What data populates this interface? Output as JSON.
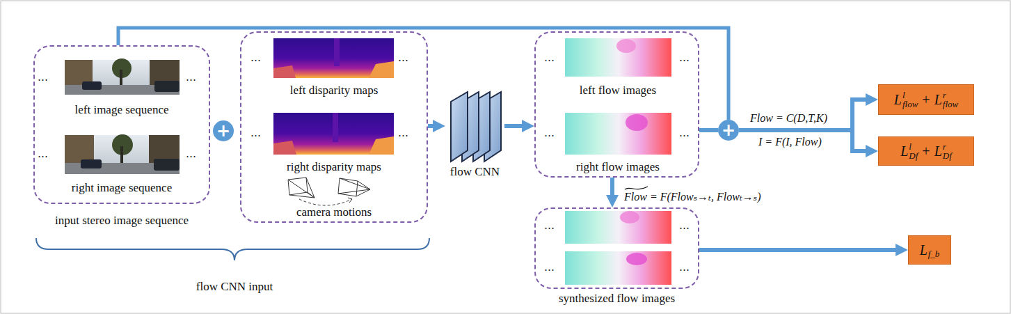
{
  "diagram": {
    "nodes": [
      {
        "text": [
          "input stereo image sequence"
        ]
      },
      {
        "text": [
          "left image sequence"
        ],
        "in": 0
      },
      {
        "text": [
          "right image sequence"
        ],
        "in": 0
      },
      {
        "text": [
          "+"
        ]
      },
      {
        "text": []
      },
      {
        "text": [
          "left disparity maps"
        ],
        "in": 4
      },
      {
        "text": [
          "right disparity maps"
        ],
        "in": 4
      },
      {
        "text": [
          "camera motions"
        ],
        "in": 4
      },
      {
        "text": [
          "flow CNN"
        ]
      },
      {
        "text": []
      },
      {
        "text": [
          "left flow images"
        ],
        "in": 9
      },
      {
        "text": [
          "right flow images"
        ],
        "in": 9
      },
      {
        "text": [
          "+"
        ]
      },
      {
        "text": [
          "synthesized flow images"
        ]
      },
      {
        "text": [
          "L",
          "l",
          "flow",
          "+",
          "L",
          "r",
          "flow"
        ]
      },
      {
        "text": [
          "L",
          "l",
          "Df",
          "+",
          "L",
          "r",
          "Df"
        ]
      },
      {
        "text": [
          "L",
          "f_b"
        ]
      }
    ],
    "edges": [
      {
        "from": 0,
        "to": 12,
        "arrow": "none"
      },
      {
        "from": 4,
        "to": 8,
        "arrow": "to"
      },
      {
        "from": 8,
        "to": 9,
        "arrow": "to"
      },
      {
        "from": 9,
        "to": 12,
        "arrow": "none"
      },
      {
        "from": 12,
        "to": 14,
        "arrow": "to",
        "label": "Flow = C(D,T,K)"
      },
      {
        "from": 12,
        "to": 15,
        "arrow": "to",
        "label": "I = F(I, Flow)"
      },
      {
        "from": 9,
        "to": 13,
        "arrow": "to",
        "label": "Flow = F(Flowₛ→ₜ, Flowₜ→ₛ)"
      },
      {
        "from": 13,
        "to": 16,
        "arrow": "to"
      }
    ],
    "labels": [
      "...",
      "...",
      "...",
      "...",
      "...",
      "...",
      "...",
      "...",
      "...",
      "...",
      "...",
      "...",
      "...",
      "...",
      "...",
      "...",
      "flow CNN input"
    ]
  }
}
